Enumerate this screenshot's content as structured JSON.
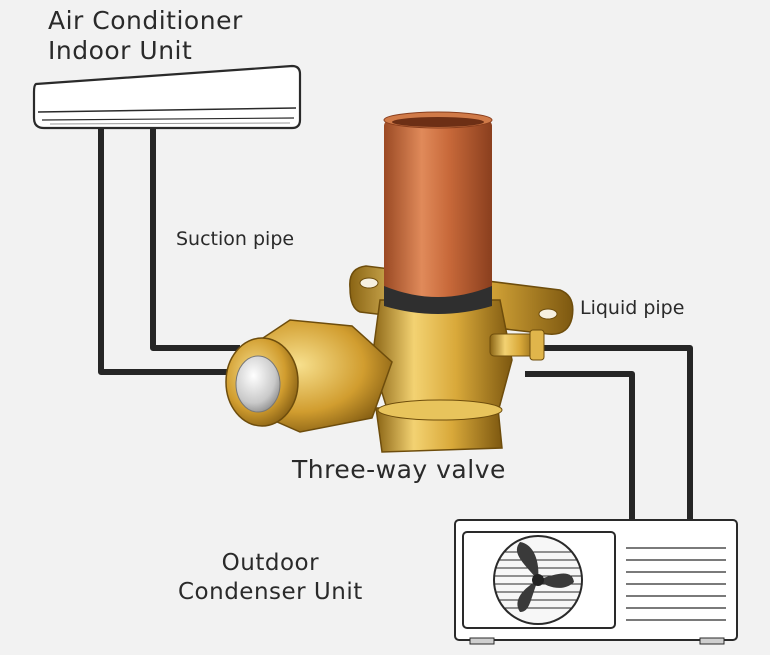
{
  "labels": {
    "indoor_unit": [
      "Air Conditioner",
      "Indoor Unit"
    ],
    "suction_pipe": "Suction pipe",
    "liquid_pipe": "Liquid pipe",
    "valve": "Three-way valve",
    "outdoor_unit": [
      "Outdoor",
      "Condenser Unit"
    ]
  },
  "colors": {
    "background": "#f2f2f2",
    "pipe_line": "#262626",
    "copper": "#c8693a",
    "brass": "#d9a93a",
    "text": "#2a2a2a"
  }
}
